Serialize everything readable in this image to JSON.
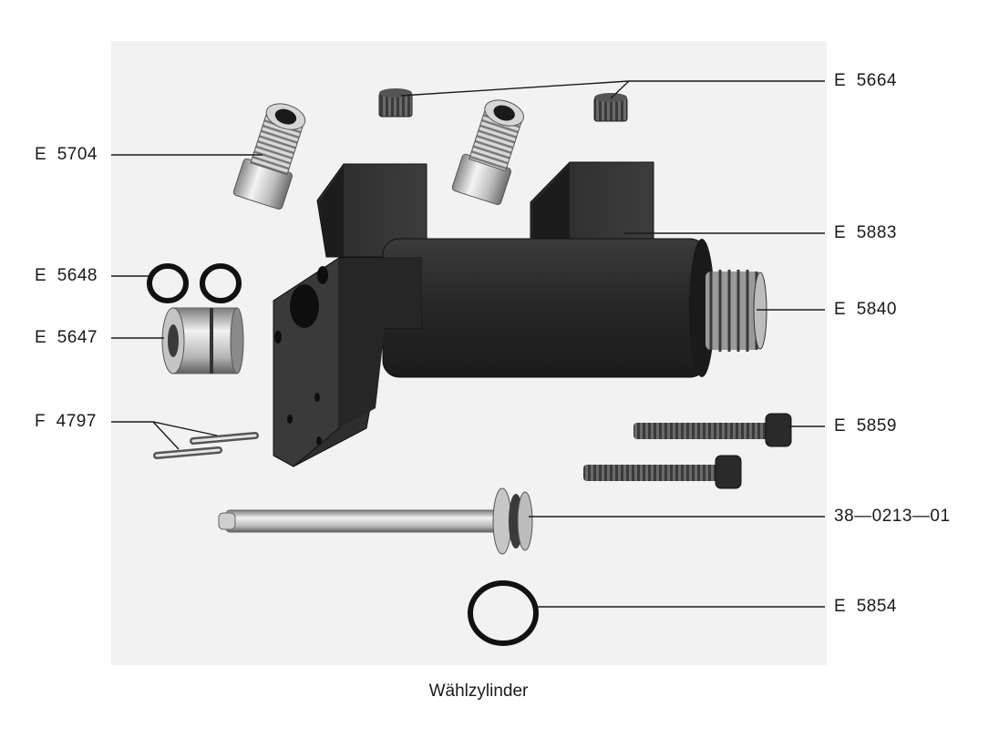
{
  "caption": "Wählzylinder",
  "part_labels": {
    "e5664": "E  5664",
    "e5704": "E  5704",
    "e5883": "E  5883",
    "e5648": "E  5648",
    "e5840": "E  5840",
    "e5647": "E  5647",
    "f4797": "F  4797",
    "e5859": "E  5859",
    "p380213": "38—0213—01",
    "e5854": "E  5854"
  },
  "colors": {
    "body": "#2c2c2c",
    "metal": "#c8c8c8",
    "ring": "#111111",
    "background_panel": "#f2f2f2"
  }
}
